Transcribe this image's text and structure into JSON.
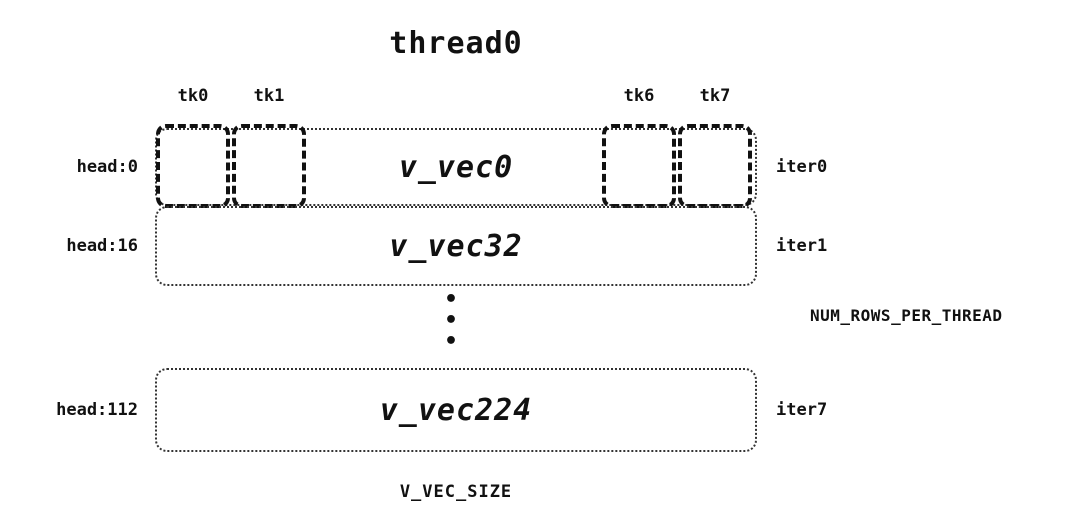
{
  "diagram": {
    "title": "thread0",
    "tk_labels": [
      "tk0",
      "tk1",
      "tk6",
      "tk7"
    ],
    "rows": [
      {
        "head": "head:0",
        "vec": "v_vec0",
        "iter": "iter0"
      },
      {
        "head": "head:16",
        "vec": "v_vec32",
        "iter": "iter1"
      },
      {
        "head": "head:112",
        "vec": "v_vec224",
        "iter": "iter7"
      }
    ],
    "ellipsis": "•\n•\n•",
    "num_rows_label": "NUM_ROWS_PER_THREAD",
    "v_vec_size_label": "V_VEC_SIZE",
    "colors": {
      "border": "#111111",
      "row_border": "#333333",
      "text": "#111111",
      "background": "#ffffff"
    }
  }
}
